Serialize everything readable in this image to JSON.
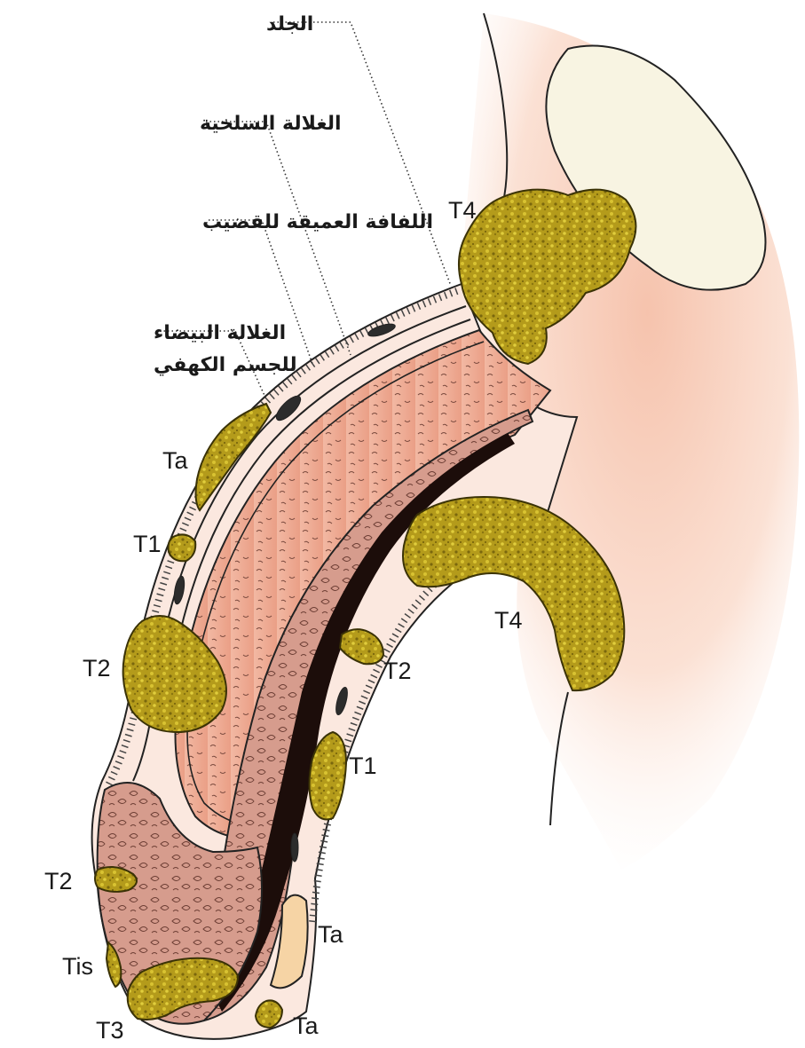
{
  "labels": {
    "skin": "الجلد",
    "dartos": "الغلالة السلخية",
    "bucks_fascia": "اللفافة العميقة للقضيب",
    "tunica_albuginea_line1": "الغلالة البيضاء",
    "tunica_albuginea_line2": "للجسم الكهفي"
  },
  "stages": {
    "t4_top": "T4",
    "ta_upper": "Ta",
    "t1_upper": "T1",
    "t2_left": "T2",
    "t2_inner": "T2",
    "t4_inner": "T4",
    "t1_lower": "T1",
    "t2_glans": "T2",
    "tis": "Tis",
    "ta_urethra": "Ta",
    "t3": "T3",
    "ta_bottom": "Ta"
  },
  "colors": {
    "skin": "#fbe6dc",
    "corpus": "#eda892",
    "spongiosum": "#d9a295",
    "tumor": "#b9a21c",
    "tumor_dark": "#7d6c0c",
    "bone": "#f8f4e2",
    "urethra": "#1c0d0a"
  }
}
